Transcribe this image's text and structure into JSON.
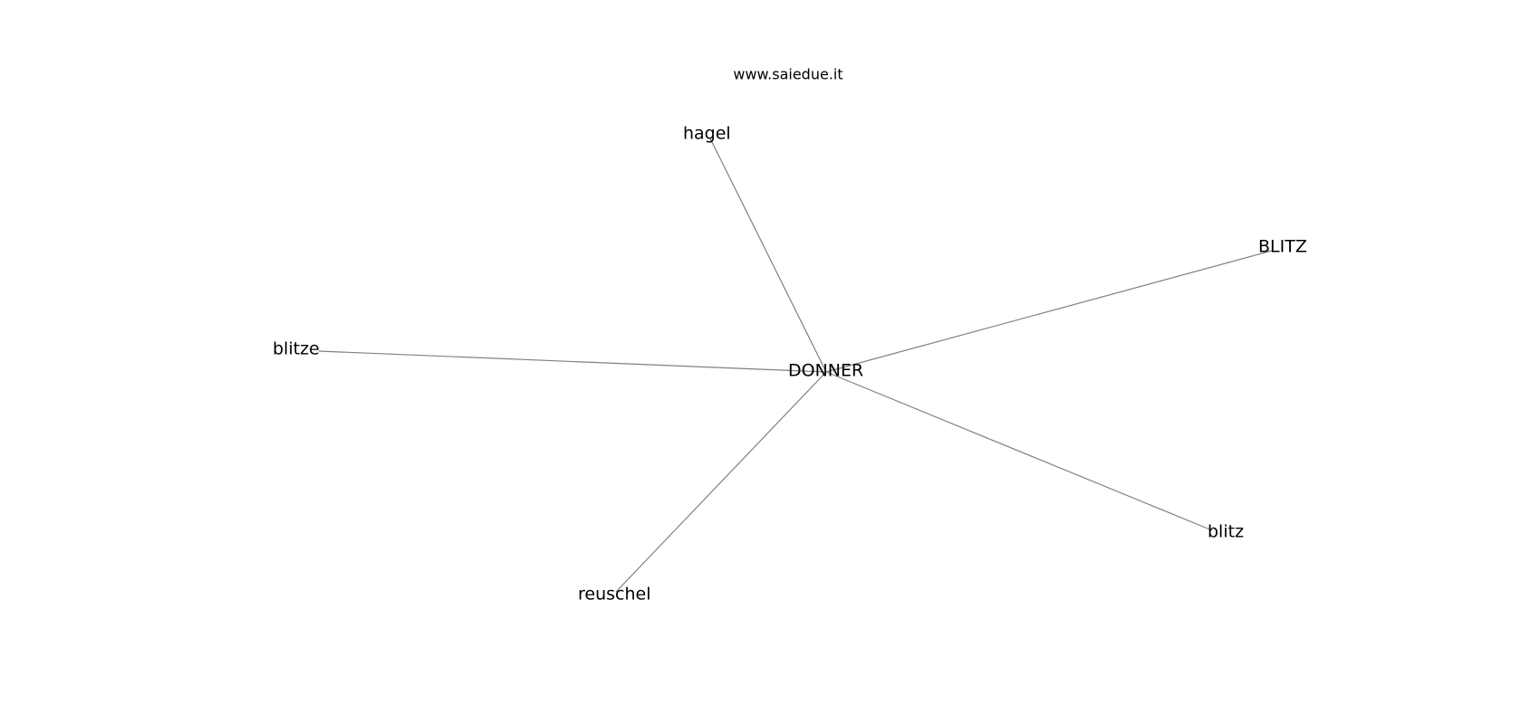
{
  "watermark": "www.saiedue.it",
  "graph": {
    "center": {
      "id": "center",
      "label": "DONNER"
    },
    "nodes": [
      {
        "id": "hagel",
        "label": "hagel"
      },
      {
        "id": "BLITZ",
        "label": "BLITZ"
      },
      {
        "id": "blitze",
        "label": "blitze"
      },
      {
        "id": "blitz",
        "label": "blitz"
      },
      {
        "id": "reuschel",
        "label": "reuschel"
      }
    ],
    "edges": [
      [
        "center",
        "hagel"
      ],
      [
        "center",
        "BLITZ"
      ],
      [
        "center",
        "blitze"
      ],
      [
        "center",
        "blitz"
      ],
      [
        "center",
        "reuschel"
      ]
    ],
    "edge_color": "#808080",
    "label_color": "#000000"
  }
}
